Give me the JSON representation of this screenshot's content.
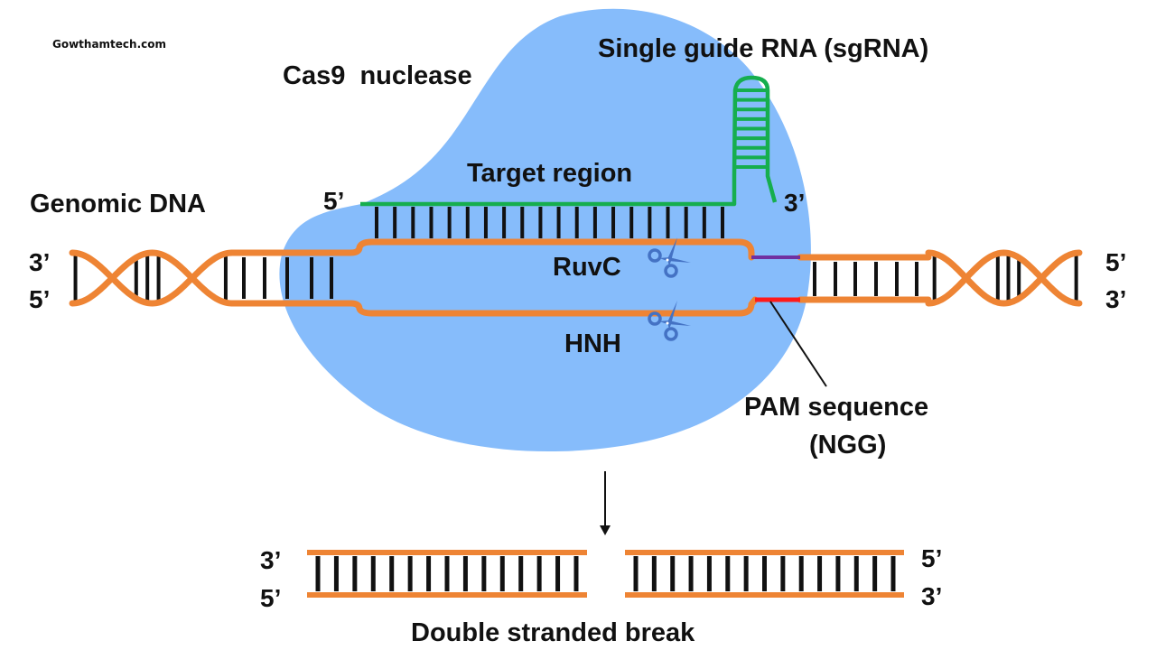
{
  "watermark": "Gowthamtech.com",
  "labels": {
    "cas9": "Cas9  nuclease",
    "sgrna": "Single guide RNA (sgRNA)",
    "target_region": "Target region",
    "genomic_dna": "Genomic DNA",
    "ruvc": "RuvC",
    "hnh": "HNH",
    "pam_line1": "PAM sequence",
    "pam_line2": "(NGG)",
    "double_break": "Double stranded break"
  },
  "ends": {
    "left_top": "3’",
    "left_bottom": "5’",
    "right_top": "5’",
    "right_bottom": "3’",
    "sgrna_5": "5’",
    "sgrna_3": "3’",
    "break_left_top": "3’",
    "break_left_bottom": "5’",
    "break_right_top": "5’",
    "break_right_bottom": "3’"
  },
  "colors": {
    "cas9_fill": "#86BCFB",
    "dna_strand": "#EE8434",
    "rna_strand": "#16AE4E",
    "base_pair": "#111111",
    "pam_purple": "#7030A0",
    "pam_red": "#FF1A1A",
    "scissors": "#4472C4"
  },
  "structure": {
    "target_base_pairs": 20,
    "hairpin_rungs": 9,
    "break_left_base_pairs": 15,
    "break_right_base_pairs": 15
  }
}
